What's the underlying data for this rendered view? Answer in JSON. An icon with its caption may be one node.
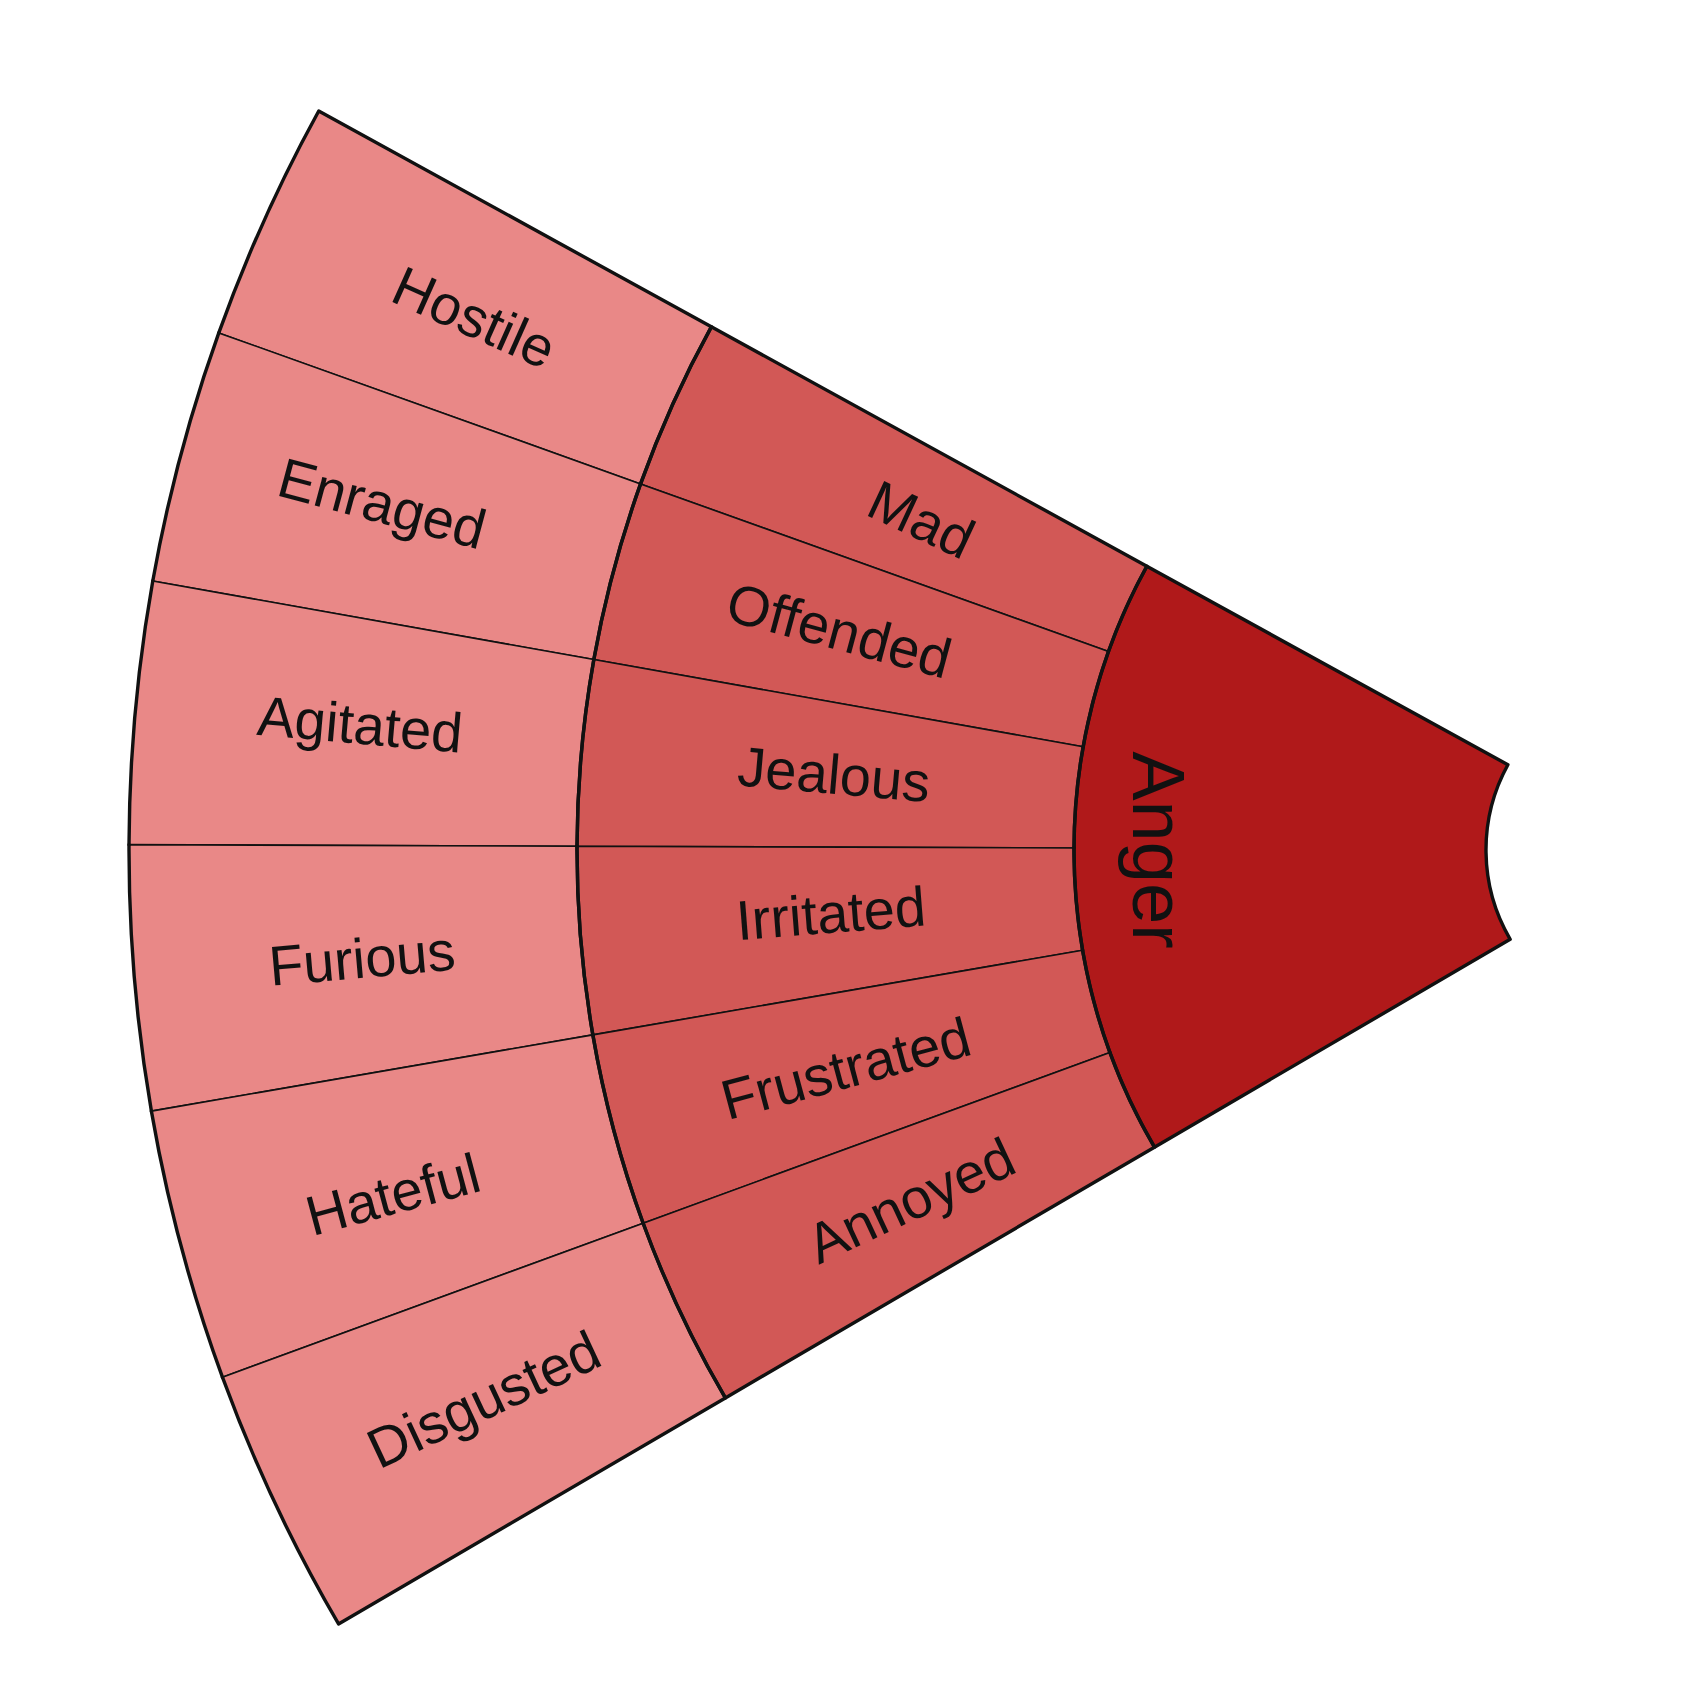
{
  "diagram": {
    "nodes": [
      {
        "text": [
          "Anger"
        ]
      },
      {
        "text": [
          "Mad"
        ]
      },
      {
        "text": [
          "Offended"
        ]
      },
      {
        "text": [
          "Jealous"
        ]
      },
      {
        "text": [
          "Irritated"
        ]
      },
      {
        "text": [
          "Frustrated"
        ]
      },
      {
        "text": [
          "Annoyed"
        ]
      },
      {
        "text": [
          "Hostile"
        ]
      },
      {
        "text": [
          "Enraged"
        ]
      },
      {
        "text": [
          "Agitated"
        ]
      },
      {
        "text": [
          "Furious"
        ]
      },
      {
        "text": [
          "Hateful"
        ]
      },
      {
        "text": [
          "Disgusted"
        ]
      }
    ]
  }
}
